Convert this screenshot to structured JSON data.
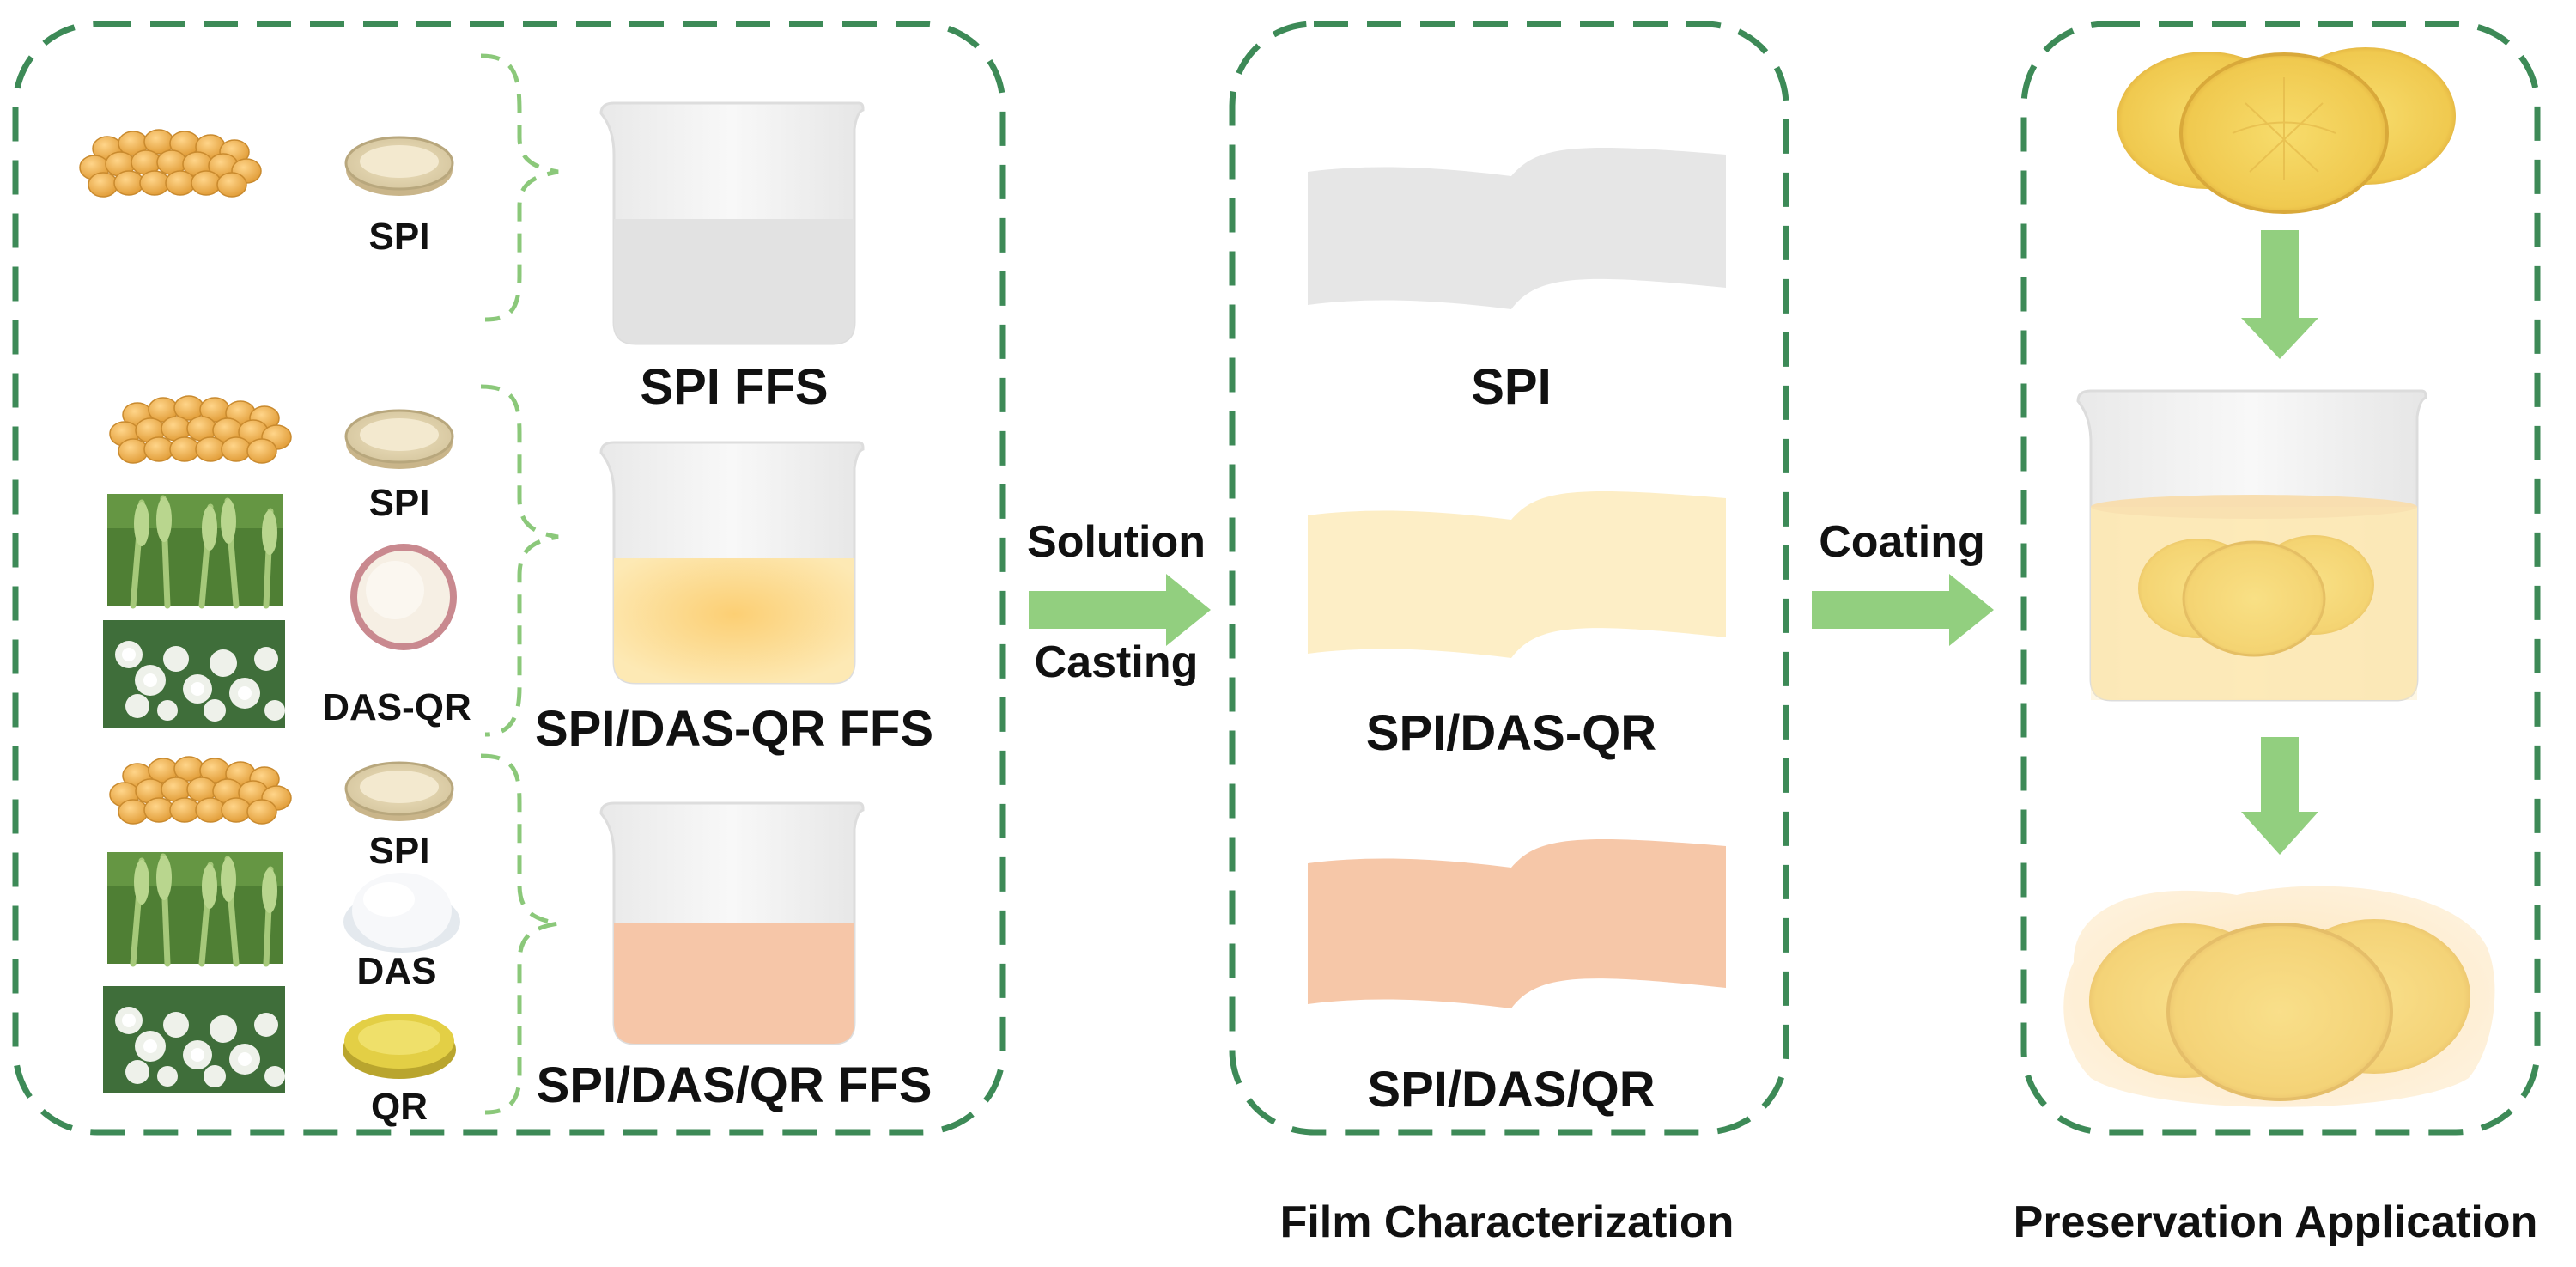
{
  "colors": {
    "frame": "#3d8a57",
    "arrow": "#92cf7f",
    "beaker_glass": "#f1f1f1",
    "liquid_spi": "#e2e2e2",
    "liquid_das_qr": "#fde4a3",
    "liquid_das_qr_center": "#fcd27a",
    "liquid_das_slash_qr": "#f6c6a8",
    "film_spi": "#e6e6e6",
    "film_das_qr": "#fdeec6",
    "film_das_slash_qr": "#f6c7a8",
    "potato": "#f2cf55",
    "potato_rim": "#d9a93a",
    "soy": "#f0b24d",
    "wheat": "#5e8e3b",
    "flower": "#eef1ea",
    "powder_white": "#f7f4ee",
    "powder_yellow": "#e6d44a"
  },
  "ingredients": {
    "group1": {
      "spi_label": "SPI"
    },
    "group2": {
      "spi_label": "SPI",
      "das_qr_label": "DAS-QR"
    },
    "group3": {
      "spi_label": "SPI",
      "das_label": "DAS",
      "qr_label": "QR"
    }
  },
  "solutions": {
    "spi_ffs": "SPI FFS",
    "spi_das_qr_ffs": "SPI/DAS-QR FFS",
    "spi_das_slash_qr_ffs": "SPI/DAS/QR FFS"
  },
  "process": {
    "solution_casting_line1": "Solution",
    "solution_casting_line2": "Casting",
    "coating": "Coating"
  },
  "films": {
    "spi": "SPI",
    "spi_das_qr": "SPI/DAS-QR",
    "spi_das_slash_qr": "SPI/DAS/QR"
  },
  "captions": {
    "film_characterization": "Film Characterization",
    "preservation_application": "Preservation Application"
  },
  "icons": [
    "soybean-icon",
    "petri-dish-icon",
    "wheat-photo-icon",
    "flower-photo-icon",
    "beaker-icon",
    "film-strip-icon",
    "potato-slices-icon",
    "down-arrow-icon",
    "right-arrow-icon"
  ]
}
